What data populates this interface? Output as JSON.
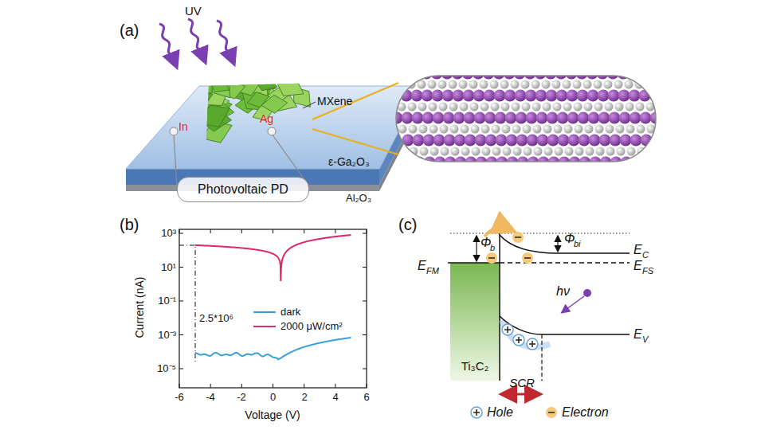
{
  "diagram": {
    "nodes": [
      {
        "text": [
          "Photovoltaic PD"
        ]
      },
      {
        "text": [
          "Ti₃C₂"
        ]
      }
    ],
    "labels": [
      "(a)",
      "UV",
      "MXene",
      "In",
      "Ag",
      "ε-Ga₂O₃",
      "Al₂O₃",
      "(b)",
      "10³",
      "10¹",
      "10⁻¹",
      "10⁻³",
      "10⁻⁵",
      "-6",
      "-4",
      "-2",
      "0",
      "2",
      "4",
      "6",
      "Current (nA)",
      "Voltage (V)",
      "2.5*10⁶",
      "(c)",
      "Φ",
      "b",
      "Φ",
      "bi",
      "E",
      "C",
      "E",
      "FS",
      "E",
      "FM",
      "E",
      "V",
      "hν",
      "SCR"
    ],
    "legend": [
      {
        "text": "dark"
      },
      {
        "text": "2000 μW/cm²"
      },
      {
        "text": "Hole"
      },
      {
        "text": "Electron"
      }
    ]
  }
}
